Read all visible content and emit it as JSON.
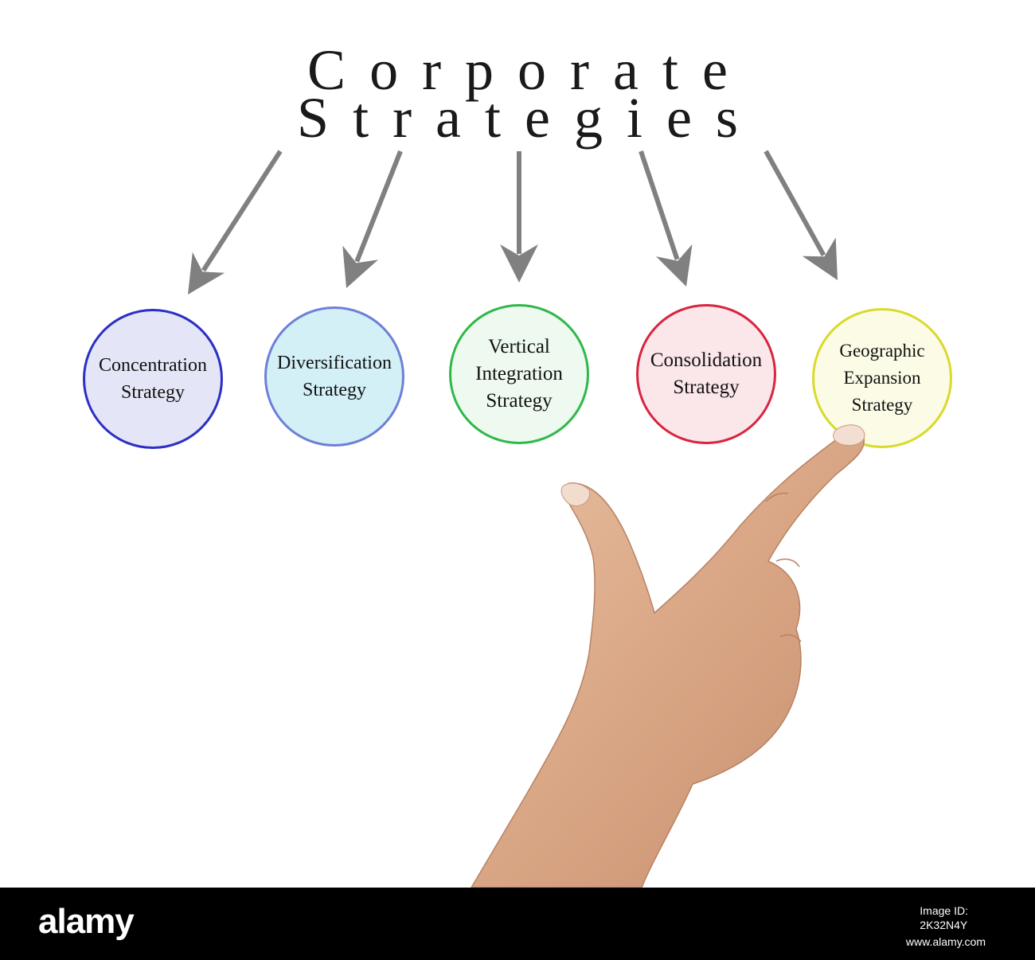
{
  "title": {
    "line1": "Corporate",
    "line2": "Strategies"
  },
  "nodes": [
    {
      "label": "Concentration\nStrategy",
      "border_color": "#2b2fc4",
      "fill_color": "#e4e5f6"
    },
    {
      "label": "Diversification\nStrategy",
      "border_color": "#6f7fd6",
      "fill_color": "#d3f0f7"
    },
    {
      "label": "Vertical\nIntegration\nStrategy",
      "border_color": "#2fb84a",
      "fill_color": "#eef9ef"
    },
    {
      "label": "Consolidation\nStrategy",
      "border_color": "#d9253f",
      "fill_color": "#fbe6ea"
    },
    {
      "label": "Geographic\nExpansion\nStrategy",
      "border_color": "#d9da2c",
      "fill_color": "#fbfbe6"
    }
  ],
  "arrow_color": "#808080",
  "footer": {
    "logo": "alamy",
    "image_id_label": "Image ID:",
    "image_id": "2K32N4Y",
    "site": "www.alamy.com"
  }
}
